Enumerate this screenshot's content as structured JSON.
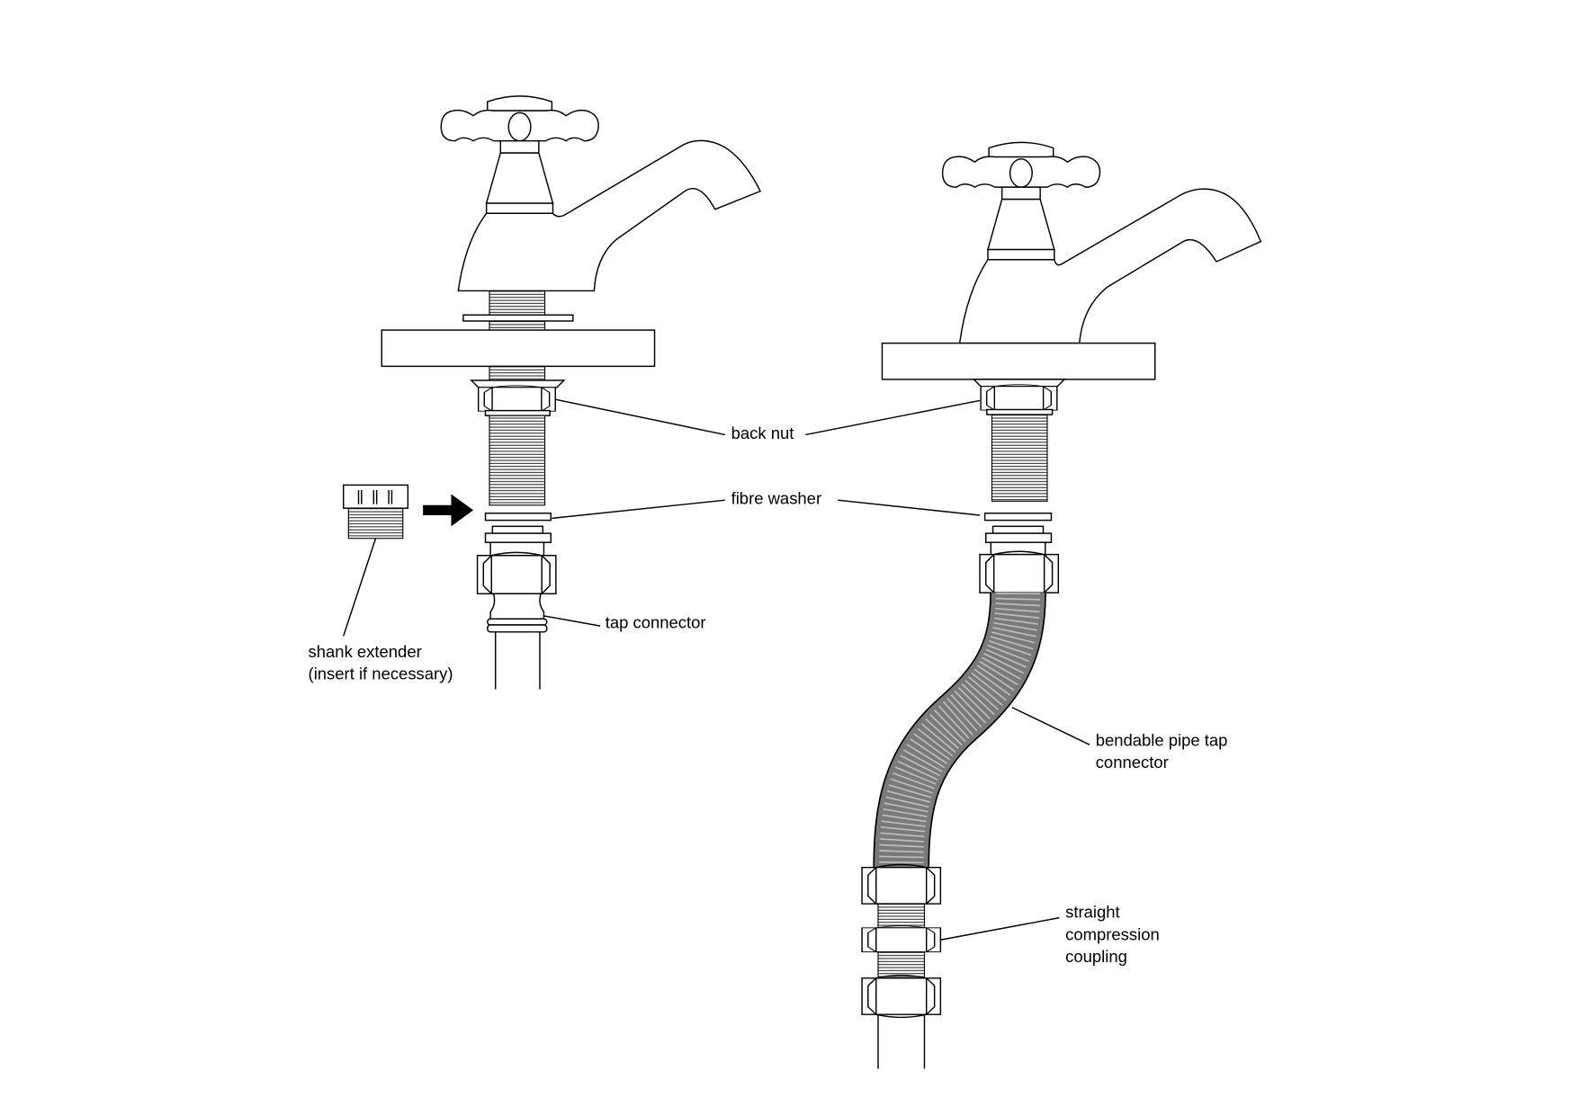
{
  "labels": {
    "back_nut": "back nut",
    "fibre_washer": "fibre washer",
    "tap_connector": "tap connector",
    "shank_extender_line1": "shank extender",
    "shank_extender_line2": "(insert if necessary)",
    "bendable_line1": "bendable pipe tap",
    "bendable_line2": "connector",
    "coupling_line1": "straight",
    "coupling_line2": "compression",
    "coupling_line3": "coupling"
  },
  "colors": {
    "line": "#000000",
    "hose": "#7a7a7a",
    "background": "#ffffff"
  }
}
